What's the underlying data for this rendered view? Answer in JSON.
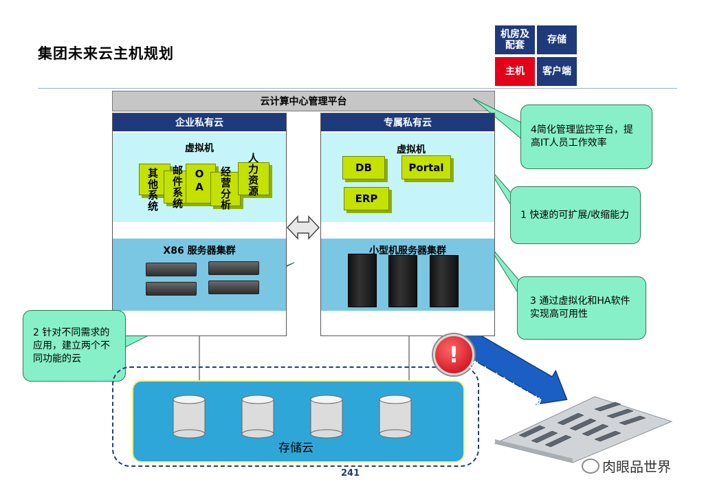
{
  "page": {
    "title": "集团未来云主机规划",
    "page_number": "241",
    "watermark": "肉眼品世界"
  },
  "legend": [
    {
      "label": "机房及\n配套",
      "color": "#1f3a7a"
    },
    {
      "label": "存储",
      "color": "#1f3a7a"
    },
    {
      "label": "主机",
      "color": "#e5001a"
    },
    {
      "label": "客户端",
      "color": "#1f3a7a"
    }
  ],
  "platform": {
    "label": "云计算中心管理平台"
  },
  "enterprise_cloud": {
    "title": "企业私有云",
    "vm_label": "虚拟机",
    "vms": [
      "其他系统",
      "邮件系统",
      "OA",
      "经营分析",
      "人力资源"
    ],
    "cluster_label": "X86 服务器集群"
  },
  "dedicated_cloud": {
    "title": "专属私有云",
    "vm_label": "虚拟机",
    "vms": [
      "DB",
      "Portal",
      "ERP"
    ],
    "cluster_label": "小型机服务器集群"
  },
  "callouts": {
    "c1": "4简化管理监控平台，提高IT人员工作效率",
    "c2": "1 快速的可扩展/收缩能力",
    "c3": "3 通过虚拟化和HA软件实现高可用性",
    "c4": "2 针对不同需求的应用，建立两个不同功能的云"
  },
  "storage": {
    "label": "存储云"
  },
  "switch_banner": "生产/灾备中心切换",
  "colors": {
    "navy": "#1f3a7a",
    "red": "#e5001a",
    "callout": "#87f0c8",
    "vm_green": "#c5e100"
  }
}
